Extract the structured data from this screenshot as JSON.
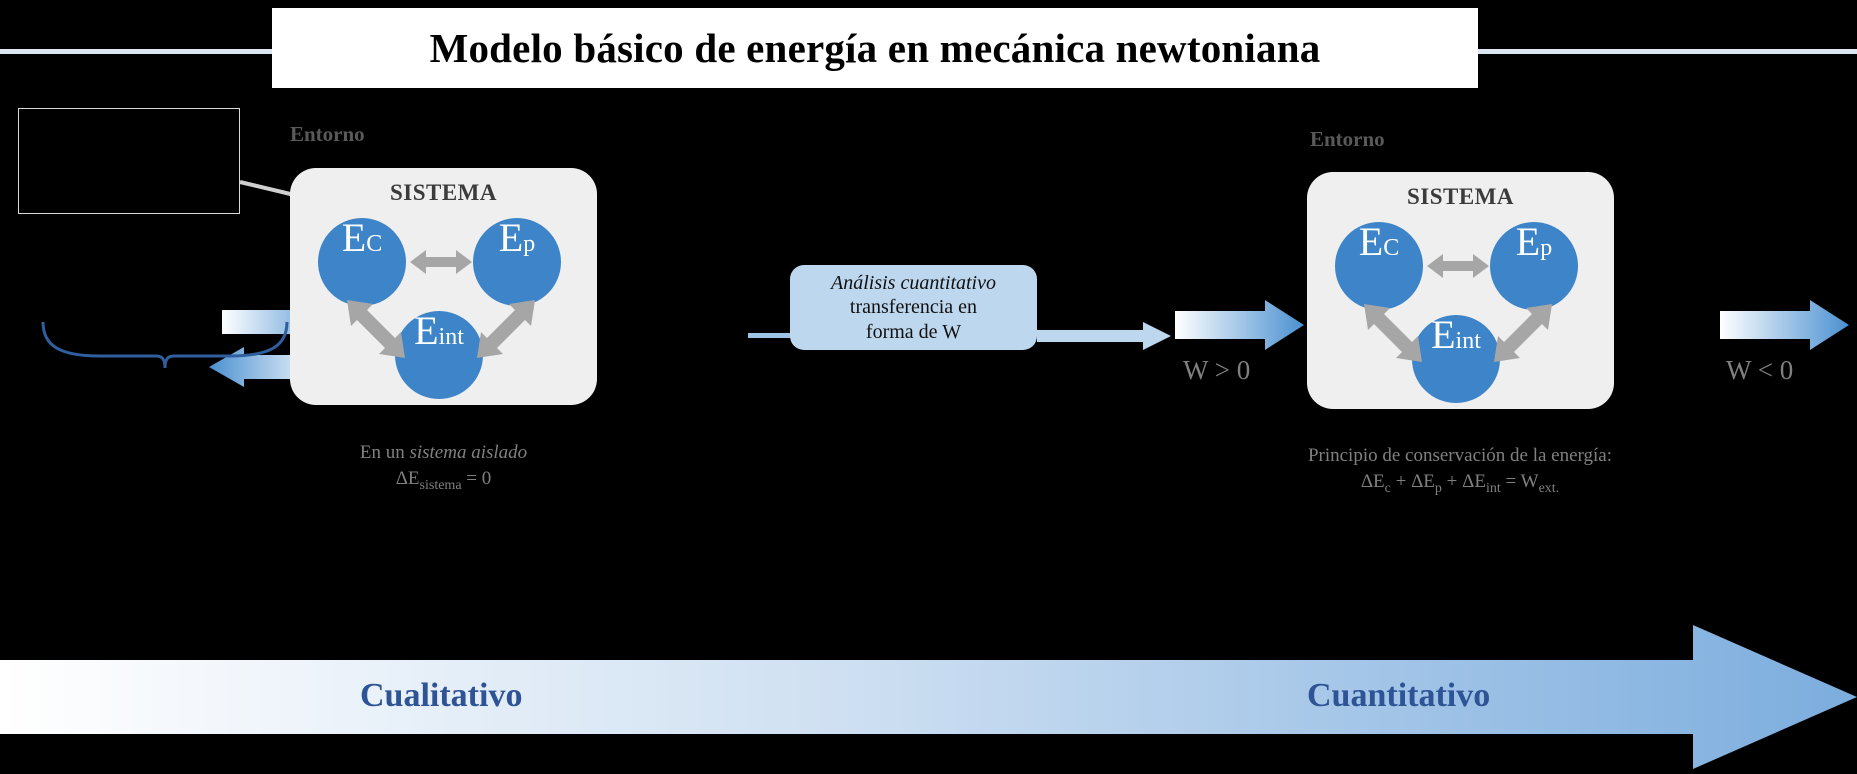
{
  "title": {
    "text": "Modelo básico de energía en mecánica newtoniana"
  },
  "colors": {
    "background": "#000000",
    "accent_blue": "#3d85c8",
    "light_rule": "#dce6f2",
    "callout_fill": "#bdd7ee",
    "system_fill": "#efefef",
    "gray_text": "#808080",
    "banner_text": "#2e5496",
    "arrow_gray": "#a6a6a6"
  },
  "left_callout": {
    "text": ""
  },
  "systems": [
    {
      "entorno_label": "Entorno",
      "sistema_label": "SISTEMA",
      "circles": [
        {
          "base": "E",
          "sub": "C"
        },
        {
          "base": "E",
          "sub": "p"
        },
        {
          "base": "E",
          "sub": "int"
        }
      ],
      "caption_line1_prefix": "En un ",
      "caption_line1_italic": "sistema aislado",
      "caption_line2_pre": "ΔE",
      "caption_line2_sub": "sistema",
      "caption_line2_post": " = 0"
    },
    {
      "entorno_label": "Entorno",
      "sistema_label": "SISTEMA",
      "circles": [
        {
          "base": "E",
          "sub": "C"
        },
        {
          "base": "E",
          "sub": "p"
        },
        {
          "base": "E",
          "sub": "int"
        }
      ],
      "caption_line1": "Principio de conservación de la energía:",
      "caption_line2_parts": [
        {
          "base": "ΔE",
          "sub": "c"
        },
        {
          "base": " + ΔE",
          "sub": "p"
        },
        {
          "base": " + ΔE",
          "sub": "int"
        },
        {
          "base": " = W",
          "sub": "ext."
        }
      ]
    }
  ],
  "mid_callout": {
    "line1": "Análisis cuantitativo",
    "line2": "transferencia en",
    "line3": "forma de W"
  },
  "work_labels": {
    "positive": "W > 0",
    "negative": "W < 0"
  },
  "banner": {
    "left_label": "Cualitativo",
    "right_label": "Cuantitativo"
  }
}
